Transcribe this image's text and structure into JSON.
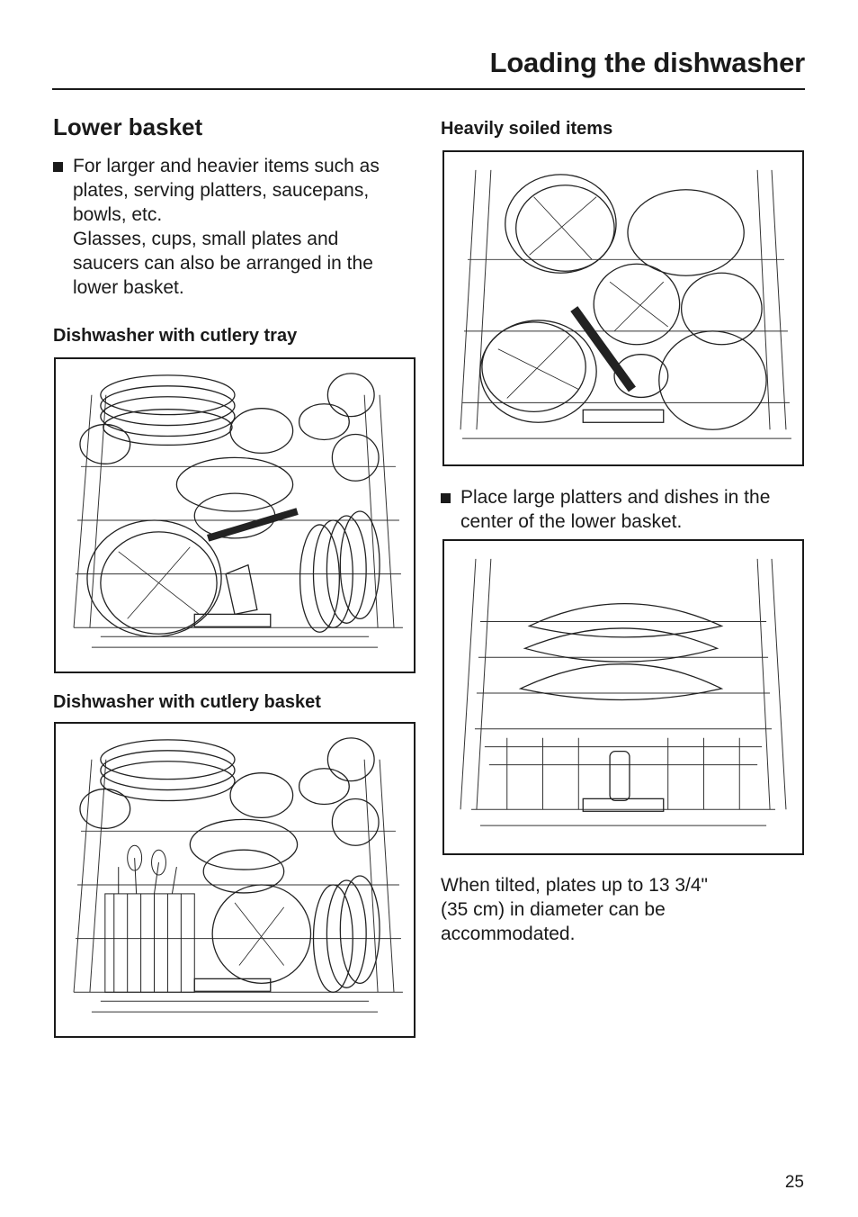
{
  "header": {
    "title": "Loading the dishwasher"
  },
  "left": {
    "heading": "Lower basket",
    "bullet": "For larger and heavier items such as\nplates, serving platters, saucepans,\nbowls, etc.\nGlasses, cups, small plates and\nsaucers can also be arranged in the\nlower basket.",
    "sub1": "Dishwasher with cutlery tray",
    "sub2": "Dishwasher with cutlery basket"
  },
  "right": {
    "sub": "Heavily soiled items",
    "bullet": "Place large platters and dishes in the\ncenter of the lower basket.",
    "note": "When tilted, plates up to 13 3/4\"\n(35 cm) in diameter can be\n accommodated."
  },
  "footer": {
    "page_number": "25"
  }
}
